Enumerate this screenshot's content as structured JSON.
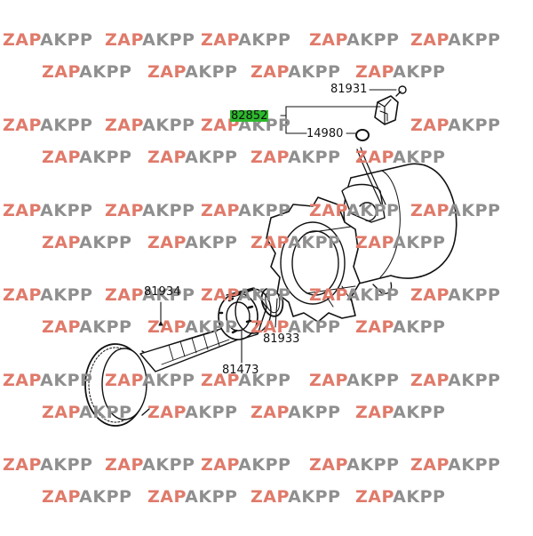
{
  "watermark": {
    "part1": "ZAP",
    "part2": "AKPP"
  },
  "parts": {
    "p82852": "82852",
    "p81931": "81931",
    "p14980": "14980",
    "p81934": "81934",
    "p81933": "81933",
    "p81473": "81473"
  },
  "colors": {
    "highlight": "#2db82d",
    "watermark_red": "#e07a6a",
    "watermark_gray": "#8f8f8f"
  }
}
